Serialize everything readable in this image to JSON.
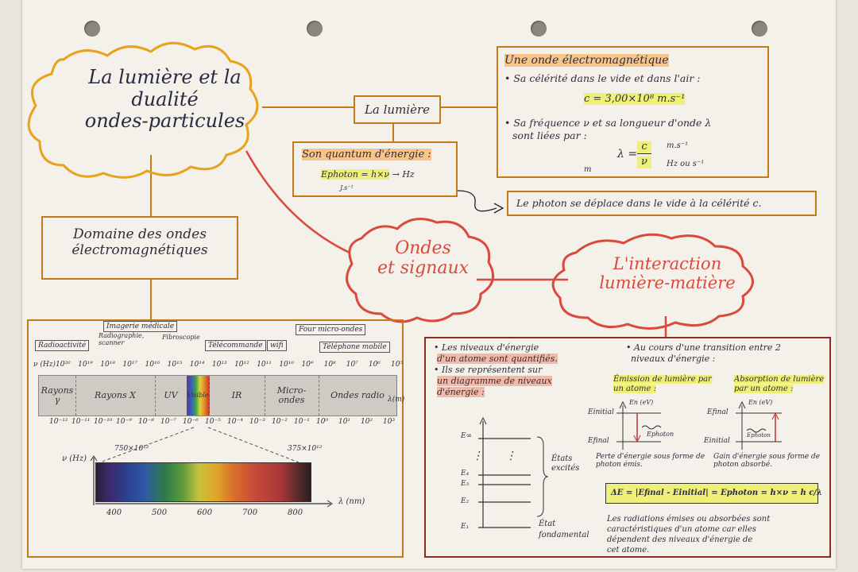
{
  "title_cloud": {
    "line1": "La lumière et la",
    "line2": "dualité",
    "line3": "ondes-particules"
  },
  "lumiere_box": "La lumière",
  "onde_box": {
    "title": "Une onde électromagnétique",
    "b1": "• Sa célérité dans le vide et dans l'air :",
    "formula_c": "c = 3,00×10⁸ m.s⁻¹",
    "b2a": "• Sa fréquence ν et sa longueur d'onde λ",
    "b2b": "sont liées par :",
    "lambda": "λ =",
    "c": "c",
    "nu": "ν",
    "unit_ms": "m.s⁻¹",
    "unit_hz": "Hz ou s⁻¹",
    "unit_m": "m"
  },
  "quantum_box": {
    "title": "Son quantum d'énergie :",
    "formula": "Ephoton = h×ν",
    "unit_hz": "Hz",
    "unit_js": "J.s⁻¹"
  },
  "photon_box": "Le photon se déplace dans le vide à la célérité c.",
  "domaine_box": {
    "line1": "Domaine des ondes",
    "line2": "électromagnétiques"
  },
  "ondes_cloud": {
    "line1": "Ondes",
    "line2": "et signaux"
  },
  "interaction_cloud": {
    "line1": "L'interaction",
    "line2": "lumière-matière"
  },
  "spectrum": {
    "labels": {
      "radio": "Radioactivité",
      "imagerie": "Imagerie médicale",
      "radiographie": "Radiographie, scanner",
      "fibro": "Fibroscopie",
      "tele": "Télécommande",
      "wifi": "wifi",
      "four": "Four micro-ondes",
      "tel": "Téléphone mobile"
    },
    "freq_axis": "ν (Hz)",
    "freq_ticks": [
      "10²⁰",
      "10¹⁹",
      "10¹⁸",
      "10¹⁷",
      "10¹⁶",
      "10¹⁵",
      "10¹⁴",
      "10¹³",
      "10¹²",
      "10¹¹",
      "10¹⁰",
      "10⁹",
      "10⁸",
      "10⁷",
      "10⁶",
      "10⁵"
    ],
    "segments": [
      "Rayons γ",
      "Rayons X",
      "UV",
      "Visible",
      "IR",
      "Micro-ondes",
      "Ondes radio"
    ],
    "lambda_axis": "λ(m)",
    "lambda_ticks": [
      "10⁻¹²",
      "10⁻¹¹",
      "10⁻¹⁰",
      "10⁻⁹",
      "10⁻⁸",
      "10⁻⁷",
      "10⁻⁶",
      "10⁻⁵",
      "10⁻⁴",
      "10⁻³",
      "10⁻²",
      "10⁻¹",
      "10⁰",
      "10¹",
      "10²",
      "10³"
    ],
    "vis_freq_axis": "ν (Hz)",
    "vis_f1": "750×10¹²",
    "vis_f2": "375×10¹²",
    "vis_lambda_axis": "λ (nm)",
    "vis_ticks": [
      "400",
      "500",
      "600",
      "700",
      "800"
    ]
  },
  "interaction_box": {
    "left1": "• Les niveaux d'énergie",
    "left2": "d'un atome sont quantifiés.",
    "left3": "• Ils se représentent sur",
    "left4": "un diagramme de niveaux",
    "left5": "d'énergie :",
    "levels": [
      "E∞",
      "E₄",
      "E₃",
      "E₂",
      "E₁"
    ],
    "etats_excites": "États excités",
    "etat_fond1": "État",
    "etat_fond2": "fondamental",
    "right1": "• Au cours d'une transition entre 2",
    "right2": "niveaux d'énergie :",
    "emission_title": "Émission de lumière par un atome :",
    "absorption_title": "Absorption de lumière par un atome :",
    "en_ev": "En (eV)",
    "einitial": "Einitial",
    "efinal": "Efinal",
    "ephoton": "Ephoton",
    "perte": "Perte d'énergie sous forme de photon émis.",
    "gain": "Gain d'énergie sous forme de photon absorbé.",
    "formula": "ΔE = |Efinal - Einitial| = Ephoton = h×ν = h c/λ",
    "conc1": "Les radiations émises ou absorbées sont",
    "conc2": "caractéristiques d'un atome car elles",
    "conc3": "dépendent des niveaux d'énergie de",
    "conc4": "cet atome."
  },
  "colors": {
    "orange": "#c47a18",
    "red": "#8e2a1f",
    "cloud_orange": "#e8a21c",
    "cloud_red": "#d94a3c"
  }
}
